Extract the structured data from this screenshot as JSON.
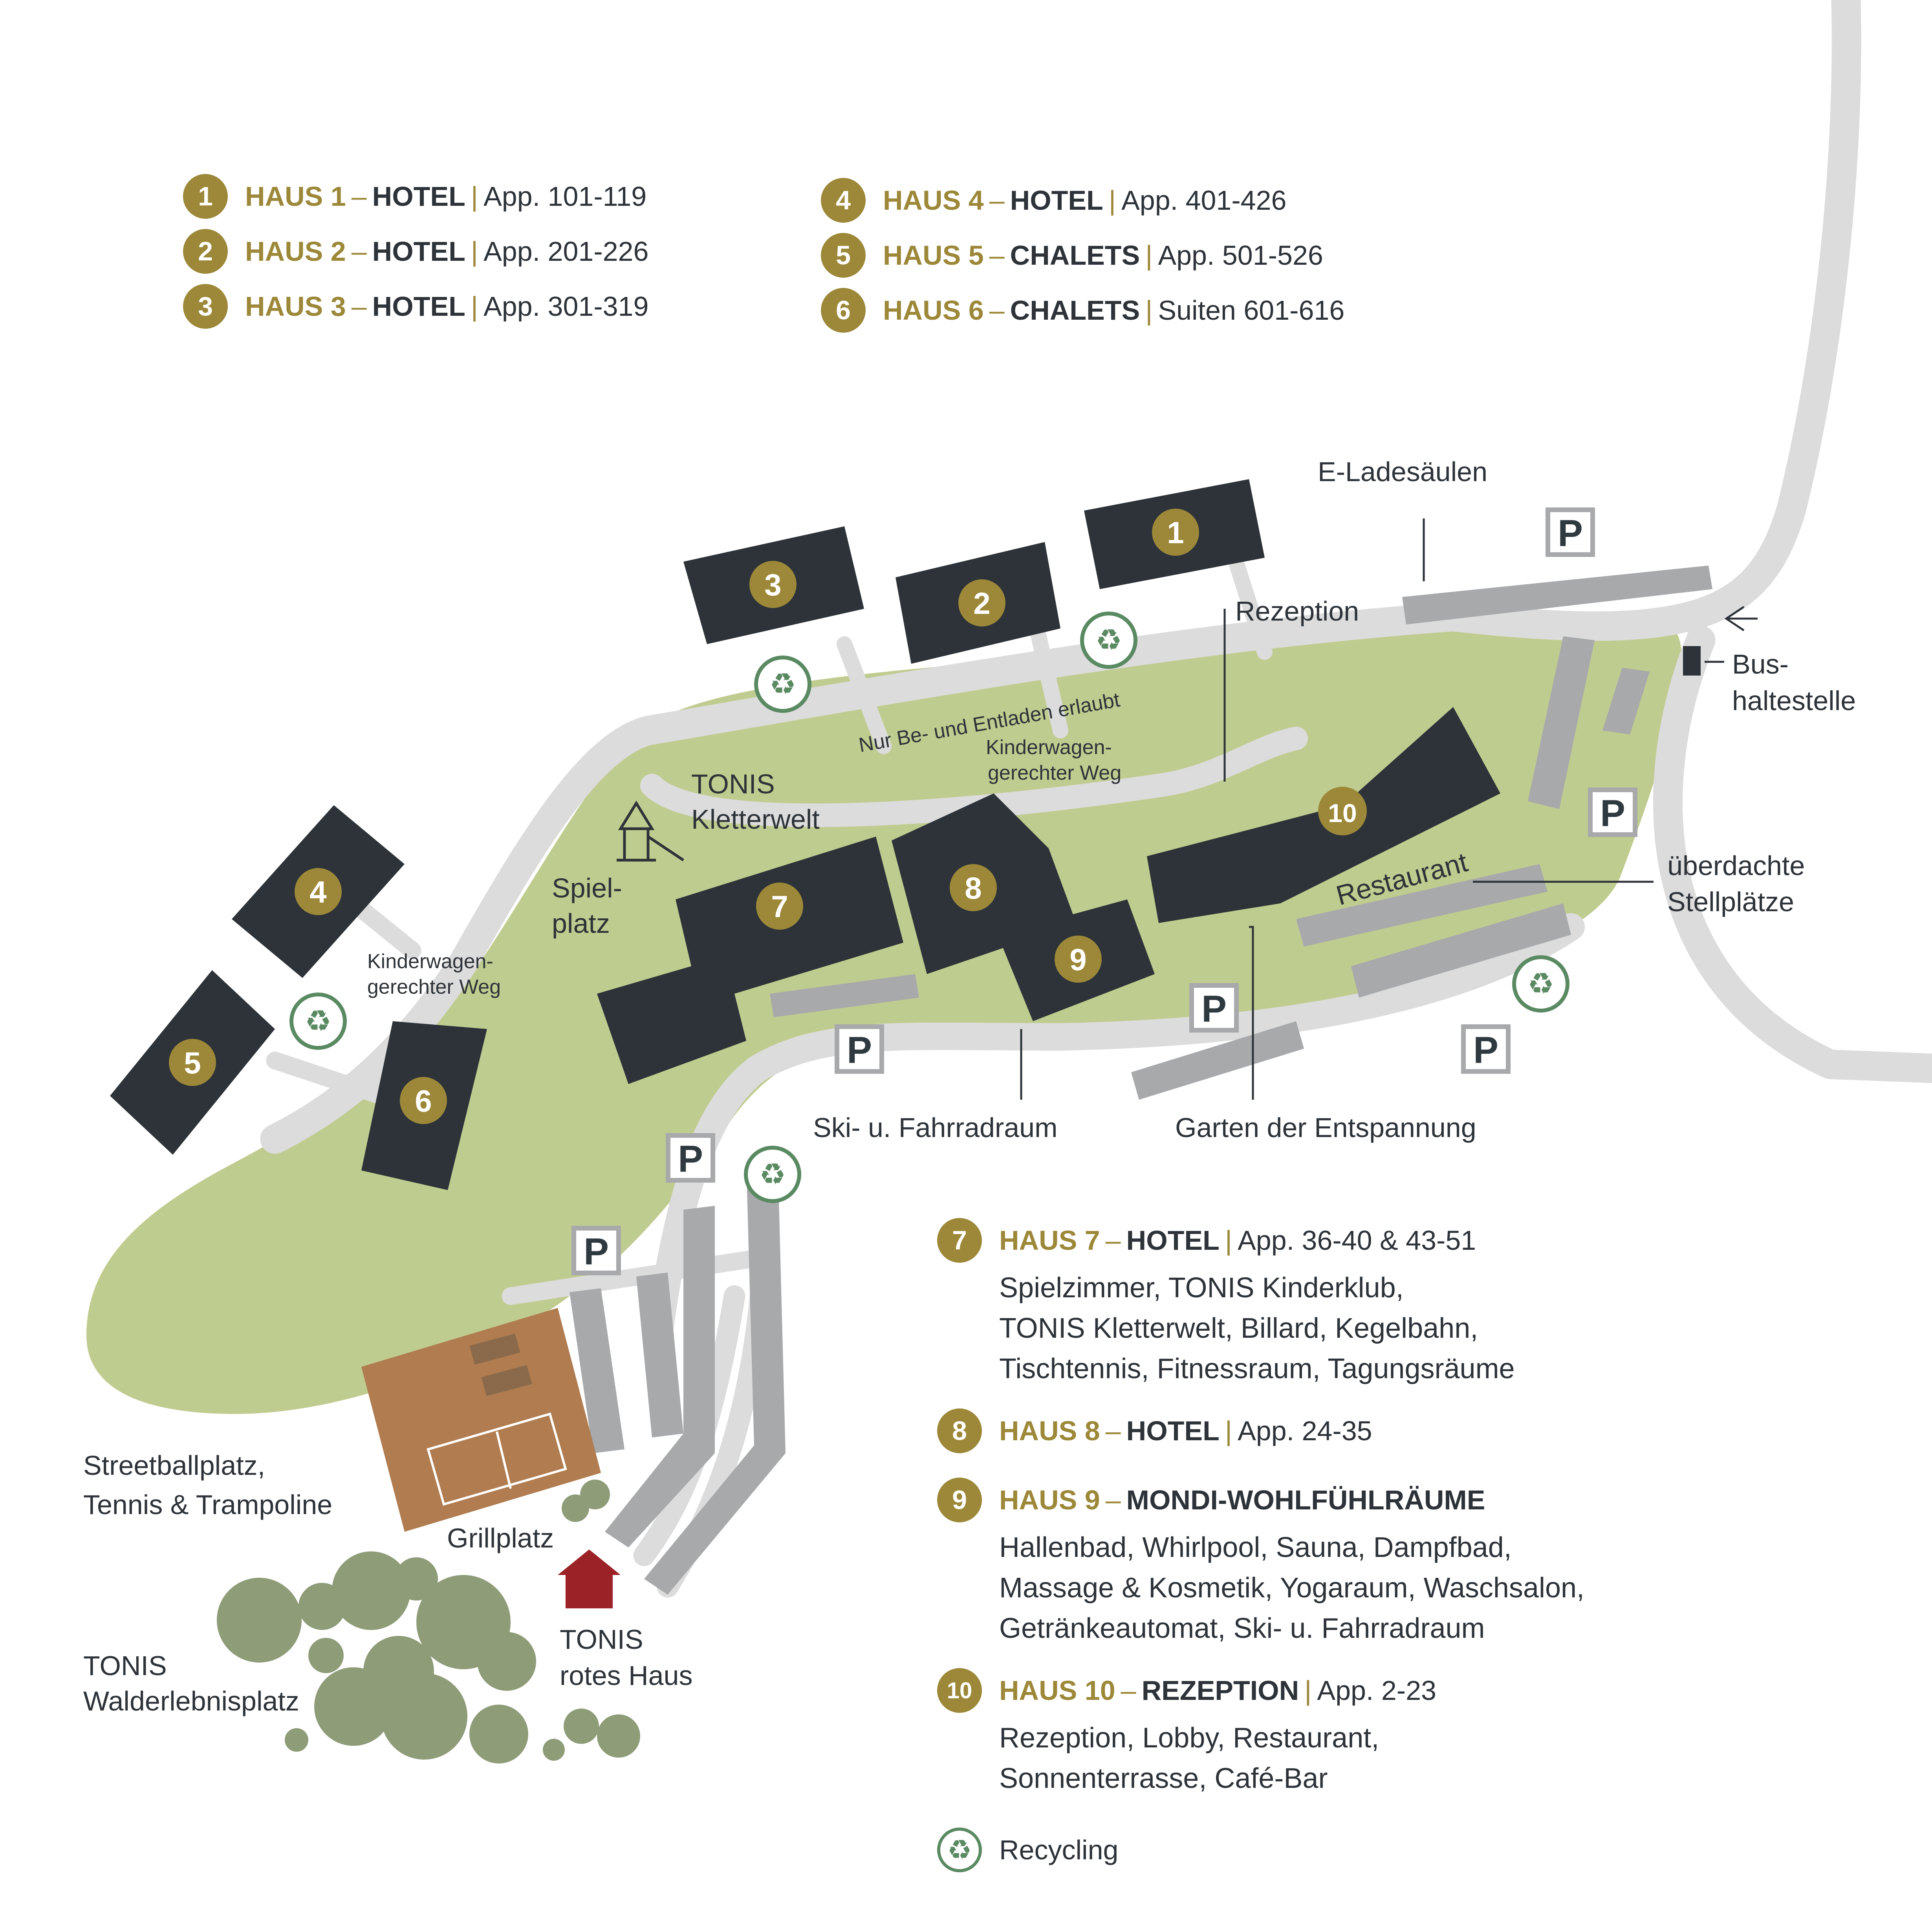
{
  "legend_top": [
    {
      "num": "1",
      "haus": "HAUS 1",
      "kind": "HOTEL",
      "range": "App. 101-119"
    },
    {
      "num": "2",
      "haus": "HAUS 2",
      "kind": "HOTEL",
      "range": "App. 201-226"
    },
    {
      "num": "3",
      "haus": "HAUS 3",
      "kind": "HOTEL",
      "range": "App. 301-319"
    },
    {
      "num": "4",
      "haus": "HAUS 4",
      "kind": "HOTEL",
      "range": "App. 401-426"
    },
    {
      "num": "5",
      "haus": "HAUS 5",
      "kind": "CHALETS",
      "range": "App. 501-526"
    },
    {
      "num": "6",
      "haus": "HAUS 6",
      "kind": "CHALETS",
      "range": "Suiten 601-616"
    }
  ],
  "legend_bottom": [
    {
      "num": "7",
      "haus": "HAUS 7",
      "kind": "HOTEL",
      "range": "App. 36-40 & 43-51",
      "lines": [
        "Spielzimmer, TONIS Kinderklub,",
        "TONIS Kletterwelt, Billard, Kegelbahn,",
        "Tischtennis, Fitnessraum, Tagungsräume"
      ]
    },
    {
      "num": "8",
      "haus": "HAUS 8",
      "kind": "HOTEL",
      "range": "App. 24-35",
      "lines": []
    },
    {
      "num": "9",
      "haus": "HAUS 9",
      "kind": "MONDI-WOHLFÜHLRÄUME",
      "range": "",
      "lines": [
        "Hallenbad, Whirlpool, Sauna, Dampfbad,",
        "Massage & Kosmetik, Yogaraum, Waschsalon,",
        "Getränkeautomat, Ski- u. Fahrradraum"
      ]
    },
    {
      "num": "10",
      "haus": "HAUS 10",
      "kind": "REZEPTION",
      "range": "App. 2-23",
      "lines": [
        "Rezeption, Lobby, Restaurant,",
        "Sonnenterrasse, Café-Bar"
      ]
    }
  ],
  "legend_dash": "–",
  "legend_sep": "|",
  "recycling_label": "Recycling",
  "recycling_icon": "♻",
  "map_labels": {
    "e_ladesaeulen": "E-Ladesäulen",
    "rezeption": "Rezeption",
    "bus_1": "Bus-",
    "bus_2": "haltestelle",
    "road": "Nur Be- und Entladen erlaubt",
    "kinderwagen_1a": "Kinderwagen-",
    "kinderwagen_1b": "gerechter Weg",
    "kinderwagen_2a": "Kinderwagen-",
    "kinderwagen_2b": "gerechter Weg",
    "kletterwelt_1": "TONIS",
    "kletterwelt_2": "Kletterwelt",
    "spielplatz_1": "Spiel-",
    "spielplatz_2": "platz",
    "restaurant": "Restaurant",
    "ueberdacht_1": "überdachte",
    "ueberdacht_2": "Stellplätze",
    "ski": "Ski- u. Fahrradraum",
    "garten": "Garten der Entspannung",
    "street_1": "Streetballplatz,",
    "street_2": "Tennis & Trampoline",
    "grillplatz": "Grillplatz",
    "rotes_1": "TONIS",
    "rotes_2": "rotes Haus",
    "wald_1": "TONIS",
    "wald_2": "Walderlebnisplatz"
  },
  "building_numbers": [
    "1",
    "2",
    "3",
    "4",
    "5",
    "6",
    "7",
    "8",
    "9",
    "10"
  ],
  "parking_symbol": "P",
  "colors": {
    "gold": "#9c8838",
    "dark": "#2d3338",
    "grass": "#bfcc8f",
    "road": "#dcdcdc",
    "parking": "#a7a9ab",
    "court": "#b07c50",
    "trees": "#8e9c78",
    "red_house": "#9b2226",
    "recycle": "#5a8a62"
  }
}
